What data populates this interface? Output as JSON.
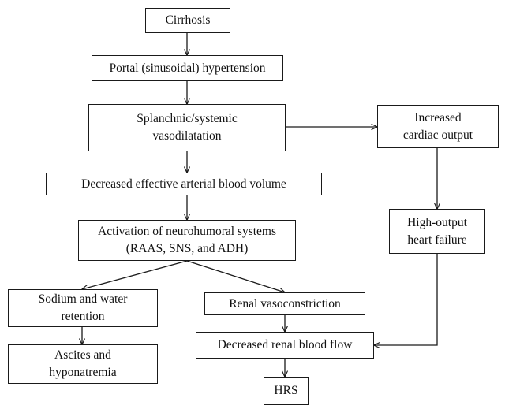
{
  "nodes": {
    "cirrhosis": {
      "lines": [
        "Cirrhosis"
      ]
    },
    "portal": {
      "lines": [
        "Portal (sinusoidal) hypertension"
      ]
    },
    "vasodilatation": {
      "lines": [
        "Splanchnic/systemic",
        "vasodilatation"
      ]
    },
    "cardiac_output": {
      "lines": [
        "Increased",
        "cardiac output"
      ]
    },
    "blood_volume": {
      "lines": [
        "Decreased effective arterial blood volume"
      ]
    },
    "heart_failure": {
      "lines": [
        "High-output",
        "heart failure"
      ]
    },
    "neurohumoral": {
      "lines": [
        "Activation of neurohumoral systems",
        "(RAAS, SNS, and ADH)"
      ]
    },
    "sodium": {
      "lines": [
        "Sodium and water",
        "retention"
      ]
    },
    "renal_vaso": {
      "lines": [
        "Renal vasoconstriction"
      ]
    },
    "ascites": {
      "lines": [
        "Ascites and",
        "hyponatremia"
      ]
    },
    "renal_flow": {
      "lines": [
        "Decreased renal blood flow"
      ]
    },
    "hrs": {
      "lines": [
        "HRS"
      ]
    }
  },
  "colors": {
    "stroke": "#1a1a1a",
    "text": "#111111",
    "background": "#ffffff"
  }
}
